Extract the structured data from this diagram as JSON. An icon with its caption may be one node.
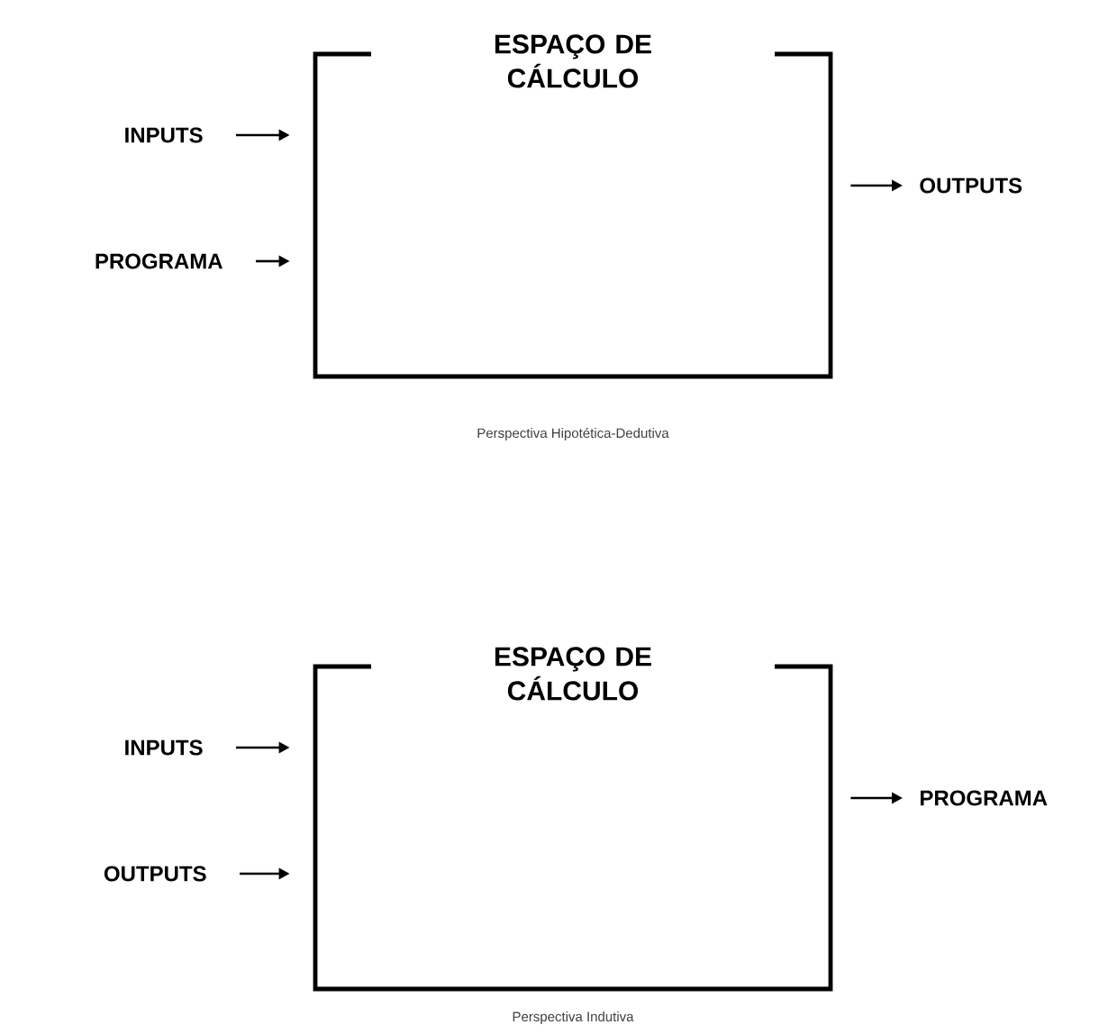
{
  "diagram": {
    "nodes": [
      {
        "text": [
          "ESPAÇO DE CÁLCULO"
        ],
        "beside": [
          "Perspectiva Hipotética-Dedutiva"
        ]
      },
      {
        "text": [
          "INPUTS"
        ]
      },
      {
        "text": [
          "PROGRAMA"
        ]
      },
      {
        "text": [
          "OUTPUTS"
        ]
      },
      {
        "text": [
          "ESPAÇO DE CÁLCULO"
        ],
        "beside": [
          "Perspectiva Indutiva"
        ]
      },
      {
        "text": [
          "INPUTS"
        ]
      },
      {
        "text": [
          "OUTPUTS"
        ]
      },
      {
        "text": [
          "PROGRAMA"
        ]
      }
    ],
    "edges": [
      {
        "from": 1,
        "to": 0,
        "arrow": "to"
      },
      {
        "from": 2,
        "to": 0,
        "arrow": "to"
      },
      {
        "from": 0,
        "to": 3,
        "arrow": "to"
      },
      {
        "from": 5,
        "to": 4,
        "arrow": "to"
      },
      {
        "from": 6,
        "to": 4,
        "arrow": "to"
      },
      {
        "from": 4,
        "to": 7,
        "arrow": "to"
      }
    ]
  }
}
